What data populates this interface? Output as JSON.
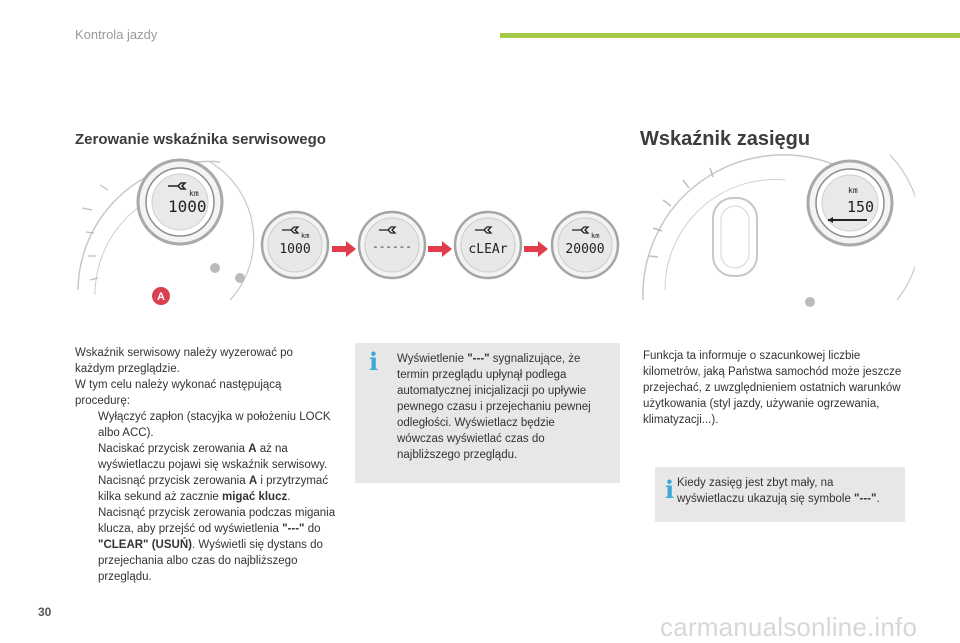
{
  "header": {
    "title": "Kontrola jazdy"
  },
  "left": {
    "heading": "Zerowanie wskaźnika serwisowego",
    "intro": [
      "Wskaźnik serwisowy należy wyzerować po",
      "każdym przeglądzie.",
      "W tym celu należy wykonać następującą",
      "procedurę:"
    ],
    "bullet_mark": "",
    "bullets": {
      "b1": "Wyłączyć zapłon (stacyjka w położeniu LOCK albo ACC).",
      "b2_pre": "Naciskać przycisk zerowania ",
      "b2_bold": "A",
      "b2_post": " aż na wyświetlaczu pojawi się wskaźnik serwisowy.",
      "b3_pre": "Nacisnąć przycisk zerowania ",
      "b3_bold": "A",
      "b3_mid": " i przytrzymać kilka sekund aż zacznie ",
      "b3_bold2": "migać klucz",
      "b3_post": ".",
      "b4_pre": "Nacisnąć przycisk zerowania podczas migania klucza, aby przejść od wyświetlenia ",
      "b4_b1": "\"---\"",
      "b4_mid": " do ",
      "b4_b2": "\"CLEAR\" (USUŃ)",
      "b4_post": ". Wyświetli się dystans do przejechania albo czas do najbliższego przeglądu."
    }
  },
  "note1": {
    "icon": "i",
    "pre": "Wyświetlenie ",
    "bold": "\"---\"",
    "post": " sygnalizujące, że termin przeglądu upłynął podlega automatycznej inicjalizacji po upływie pewnego czasu i przejechaniu pewnej odległości. Wyświetlacz będzie wówczas wyświetlać czas do najbliższego przeglądu."
  },
  "right": {
    "heading": "Wskaźnik zasięgu",
    "body": "Funkcja ta informuje o szacunkowej liczbie kilometrów, jaką Państwa samochód może jeszcze przejechać, z uwzględnieniem ostatnich warunków użytkowania (styl jazdy, używanie ogrzewania, klimatyzacji...)."
  },
  "note2": {
    "icon": "i",
    "pre": "Kiedy zasięg jest zbyt mały, na wyświetlaczu ukazują się symbole ",
    "bold": "\"---\"",
    "post": "."
  },
  "gauges": {
    "main_display": "1000",
    "unit": "km",
    "steps": [
      "1000",
      "------",
      "cLEAr",
      "20000"
    ],
    "range_display": "150",
    "button_label": "A"
  },
  "footer": {
    "page": "30",
    "watermark": "carmanualsonline.info"
  },
  "colors": {
    "accent_bar": "#a4c84a",
    "info_icon": "#3aa7d6",
    "arrow": "#e23b4a"
  }
}
